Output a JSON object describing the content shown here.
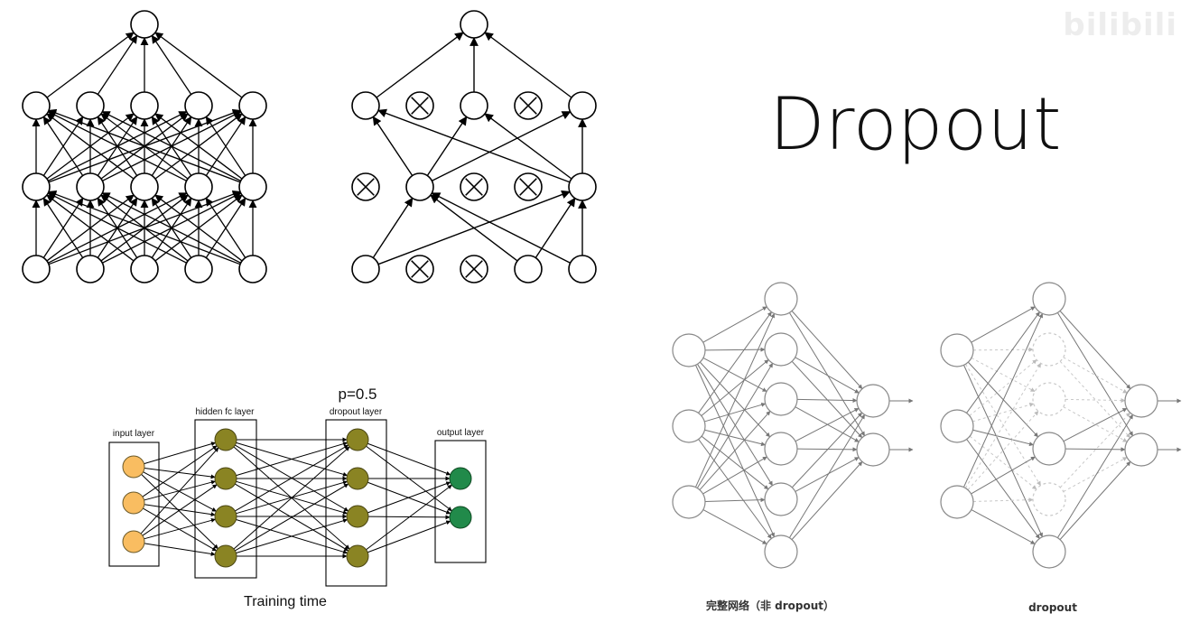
{
  "title": "Dropout",
  "watermark": "bilibili",
  "colors": {
    "input_fill": "#f9bd61",
    "hidden_fill": "#8a8423",
    "output_fill": "#218a4a",
    "line": "#000000",
    "gray_line": "#808080",
    "light_line": "#bbbbbb"
  },
  "training_diagram": {
    "p_label": "p=0.5",
    "layer_labels": [
      "input layer",
      "hidden fc layer",
      "dropout layer",
      "output layer"
    ],
    "caption": "Training time"
  },
  "comparison": {
    "left_caption": "完整网络（非 dropout）",
    "right_caption": "dropout"
  },
  "icons": [
    "dropped-neuron-x-icon",
    "arrow-icon"
  ]
}
